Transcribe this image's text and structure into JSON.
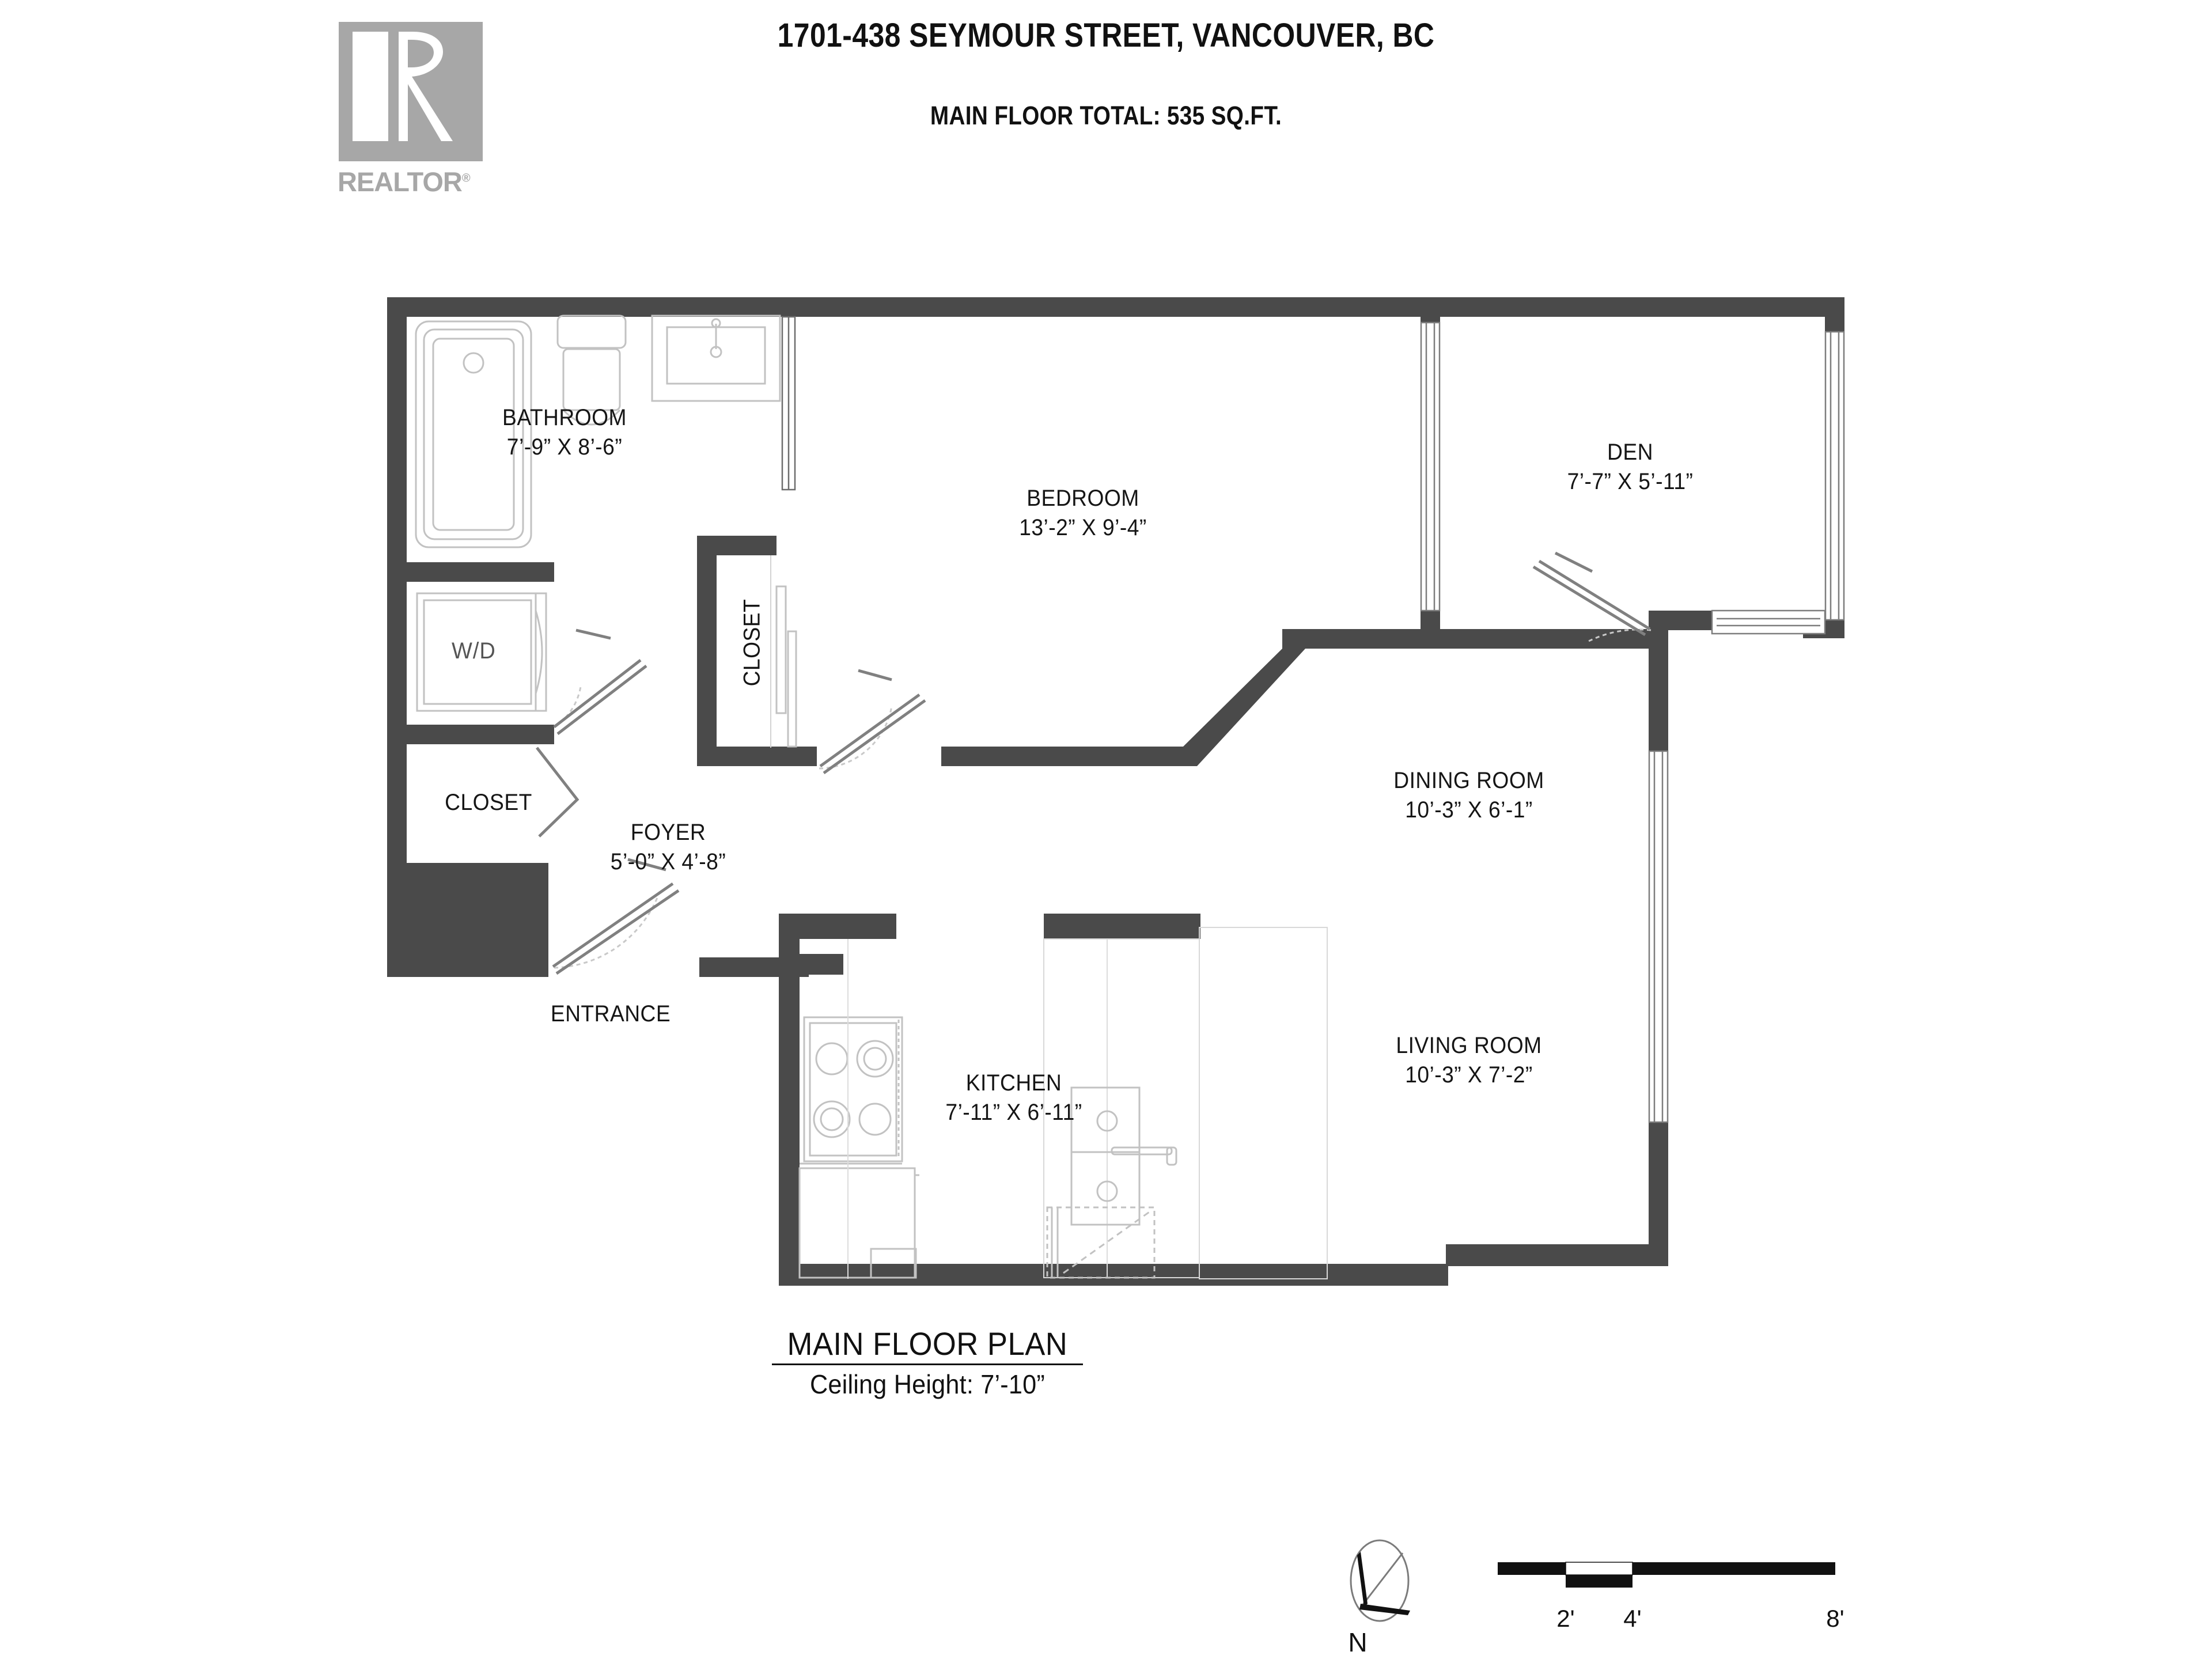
{
  "header": {
    "title": "1701-438 SEYMOUR STREET, VANCOUVER, BC",
    "subtitle": "MAIN FLOOR TOTAL:   535 SQ.FT."
  },
  "logo": {
    "wordmark": "REALTOR",
    "registered": "®",
    "color": "#a7a7a7"
  },
  "plan": {
    "wall_color": "#4a4a4a",
    "fixture_line_color": "#c9c9c9",
    "door_line_color": "#8a8a8a",
    "caption_title": "MAIN FLOOR PLAN",
    "caption_sub": "Ceiling Height: 7’-10”"
  },
  "rooms": [
    {
      "id": "bathroom",
      "name": "BATHROOM",
      "dimensions": "7’-9” X 8’-6”"
    },
    {
      "id": "bedroom",
      "name": "BEDROOM",
      "dimensions": "13’-2” X 9’-4”"
    },
    {
      "id": "den",
      "name": "DEN",
      "dimensions": "7’-7” X 5’-11”"
    },
    {
      "id": "dining-room",
      "name": "DINING ROOM",
      "dimensions": "10’-3” X 6’-1”"
    },
    {
      "id": "living-room",
      "name": "LIVING ROOM",
      "dimensions": "10’-3” X 7’-2”"
    },
    {
      "id": "kitchen",
      "name": "KITCHEN",
      "dimensions": "7’-11” X 6’-11”"
    },
    {
      "id": "foyer",
      "name": "FOYER",
      "dimensions": "5’-0” X 4’-8”"
    },
    {
      "id": "closet-bedroom",
      "name": "CLOSET",
      "dimensions": ""
    },
    {
      "id": "closet-entry",
      "name": "CLOSET",
      "dimensions": ""
    }
  ],
  "annotations": {
    "entrance": "ENTRANCE",
    "washer_dryer": "W/D"
  },
  "scale": {
    "north_label": "N",
    "ticks": [
      "2'",
      "4'",
      "8'"
    ]
  }
}
